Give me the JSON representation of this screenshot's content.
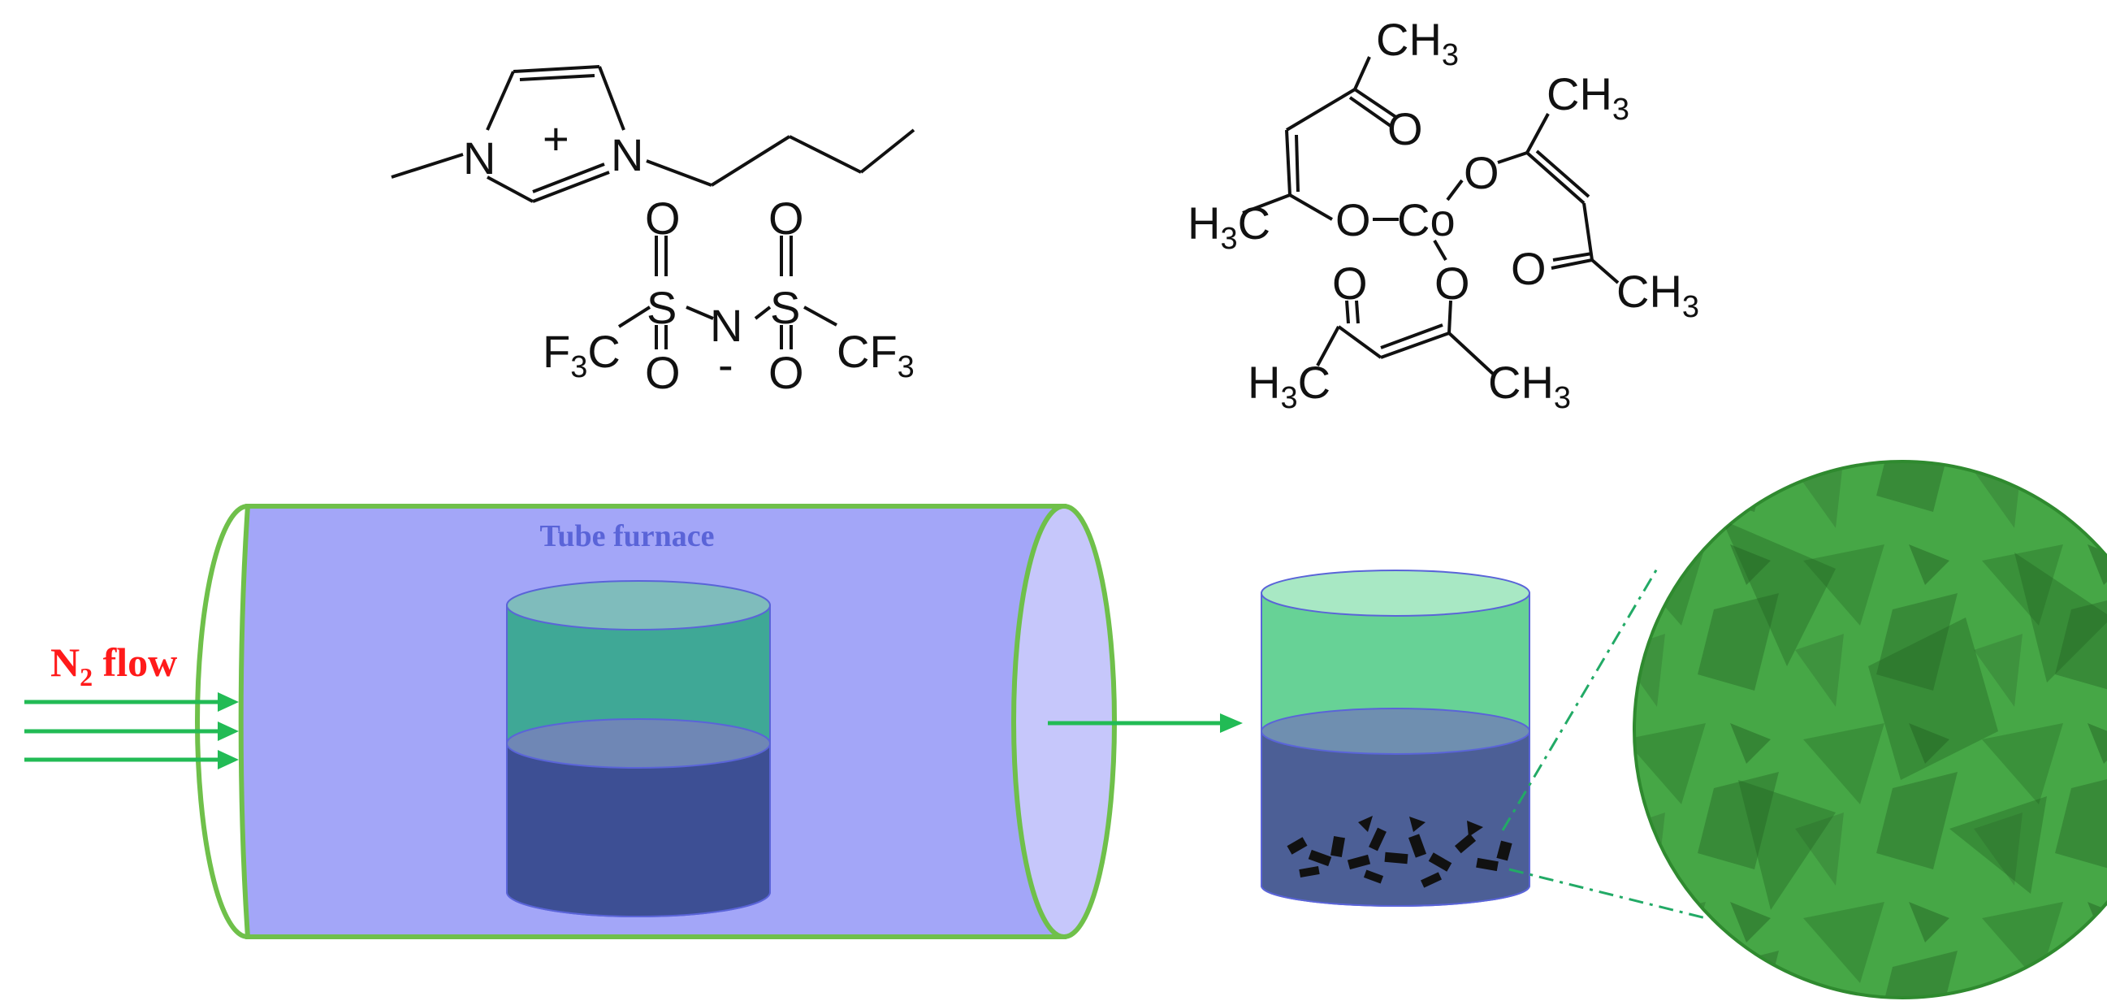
{
  "colors": {
    "furnace_fill": "#a3a6f8",
    "furnace_outline": "#6fc04a",
    "flow_arrow": "#22bb55",
    "flow_label": "#ff1a1a",
    "tube_label": "#5a64d8",
    "crucible_liquid_top": "#3fa896",
    "crucible_liquid_bottom": "#3d4f94",
    "product_top": "#67d296",
    "product_bottom": "#4c5f96",
    "micrograph": "#3fa33f"
  },
  "cation": {
    "N1": "N",
    "N2": "N",
    "charge": "+"
  },
  "anion": {
    "left_group": "F",
    "left_group_sub": "3",
    "left_group_tail": "C",
    "S": "S",
    "N": "N",
    "charge": "-",
    "O": "O",
    "right_group": "CF",
    "right_group_sub": "3"
  },
  "cobalt_complex": {
    "metal": "Co",
    "O": "O",
    "methyl": "CH",
    "methyl_sub": "3",
    "methyl_left": "H",
    "methyl_left_tail": "C"
  },
  "labels": {
    "tube_furnace": "Tube furnace",
    "flow_prefix": "N",
    "flow_sub": "2",
    "flow_suffix": " flow"
  }
}
